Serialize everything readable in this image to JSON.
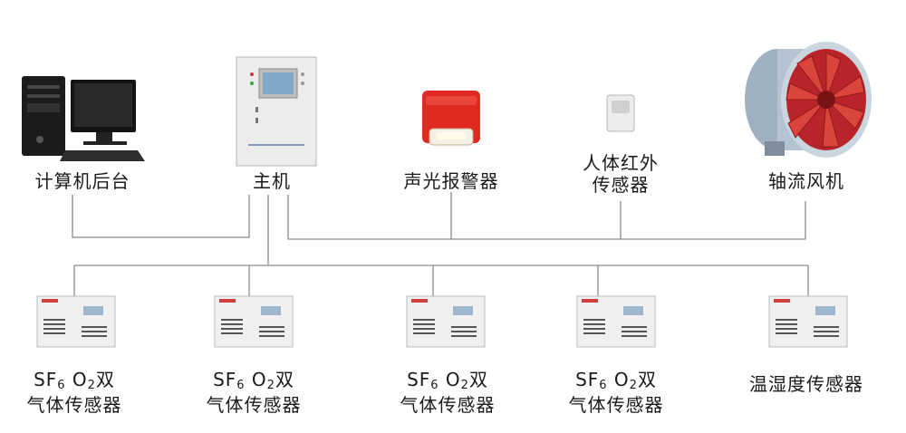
{
  "top_devices": [
    {
      "id": "computer",
      "label": "计算机后台"
    },
    {
      "id": "host",
      "label": "主机"
    },
    {
      "id": "alarm",
      "label": "声光报警器"
    },
    {
      "id": "pir",
      "label_line1": "人体红外",
      "label_line2": "传感器"
    },
    {
      "id": "fan",
      "label": "轴流风机"
    }
  ],
  "bottom_sensors": [
    {
      "label_prefix": "SF",
      "label_sub": "6",
      "label_mid": " O",
      "label_sub2": "2",
      "label_suffix": "双",
      "label_line2": "气体传感器"
    },
    {
      "label_prefix": "SF",
      "label_sub": "6",
      "label_mid": " O",
      "label_sub2": "2",
      "label_suffix": "双",
      "label_line2": "气体传感器"
    },
    {
      "label_prefix": "SF",
      "label_sub": "6",
      "label_mid": " O",
      "label_sub2": "2",
      "label_suffix": "双",
      "label_line2": "气体传感器"
    },
    {
      "label_prefix": "SF",
      "label_sub": "6",
      "label_mid": " O",
      "label_sub2": "2",
      "label_suffix": "双",
      "label_line2": "气体传感器"
    },
    {
      "label": "温湿度传感器"
    }
  ],
  "colors": {
    "line": "#8a8a8a",
    "alarm_red": "#e02a1f",
    "fan_red": "#c8231c",
    "fan_blue": "#a9b9c8"
  }
}
